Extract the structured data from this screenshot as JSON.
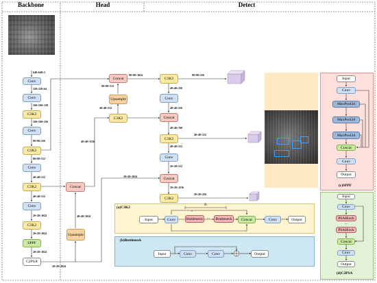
{
  "headers": {
    "backbone": "Backbone",
    "head": "Head",
    "detect": "Detect"
  },
  "backbone": {
    "dims": [
      "640×640×3",
      "320×320×64",
      "160×160×128",
      "160×160×256",
      "80×80×256",
      "80×80×512",
      "40×40×512",
      "40×40×512",
      "20×20×1024",
      "20×20×1024",
      "20×20×1024"
    ],
    "blocks": [
      "Conv",
      "Conv",
      "C3K2",
      "Conv",
      "C3K2",
      "Conv",
      "C3K2",
      "Conv",
      "C3K2",
      "SPPF",
      "C2PSA"
    ]
  },
  "head": {
    "concat": "Concat",
    "upsample": "Upsample",
    "c3k2": "C3K2",
    "dims": {
      "concat_top": "80×80×1024",
      "up_top": "80×80×512",
      "c3k2_top": "40×40×512",
      "c3k2_to_concat": "40×40×1536",
      "low_concat": "40×40×1024",
      "c2psa_out": "20×20×1024",
      "long": "20×20×1024"
    }
  },
  "detect": {
    "labels": [
      "C3K2",
      "Conv",
      "Concat",
      "C3K2",
      "Conv",
      "Concat",
      "C3K2"
    ],
    "dims": [
      "80×80×256",
      "40×40×256",
      "40×40×256",
      "40×40×768",
      "40×40×512",
      "40×40×512",
      "20×20×512",
      "20×20×1536",
      "20×20×256"
    ]
  },
  "sppf": {
    "title": "(c)SPPF",
    "blocks": [
      "Input",
      "Conv",
      "MaxPool2d",
      "MaxPool2d",
      "MaxPool2d",
      "Concat",
      "Conv",
      "Output"
    ]
  },
  "c2psa": {
    "title": "(d)C2PSA",
    "blocks": [
      "Input",
      "Conv",
      "PSABlock",
      "…",
      "PSABlock",
      "Concat",
      "Conv",
      "Output"
    ]
  },
  "c3k2_detail": {
    "title": "(a)C3K2",
    "n": "N",
    "blocks": [
      "Input",
      "Conv",
      "Bottleneck",
      "…",
      "Bottleneck",
      "Concat",
      "Conv",
      "Output"
    ]
  },
  "bottleneck_detail": {
    "title": "(b)Bottleneck",
    "blocks": [
      "Input",
      "Conv",
      "Conv",
      "Output"
    ]
  },
  "colors": {
    "conv": "#cfe0f4",
    "c3k2": "#fbe9a6",
    "sppf": "#c9eaa0",
    "concat": "#f6c9c2",
    "upsample": "#f8d2a2",
    "panel_orange": "#fde8c4",
    "panel_pink": "#fde0dc",
    "panel_green": "#e3f2d6",
    "panel_a": "#fff5d0",
    "panel_b": "#cde7f3",
    "cube": "#d9cce8"
  }
}
